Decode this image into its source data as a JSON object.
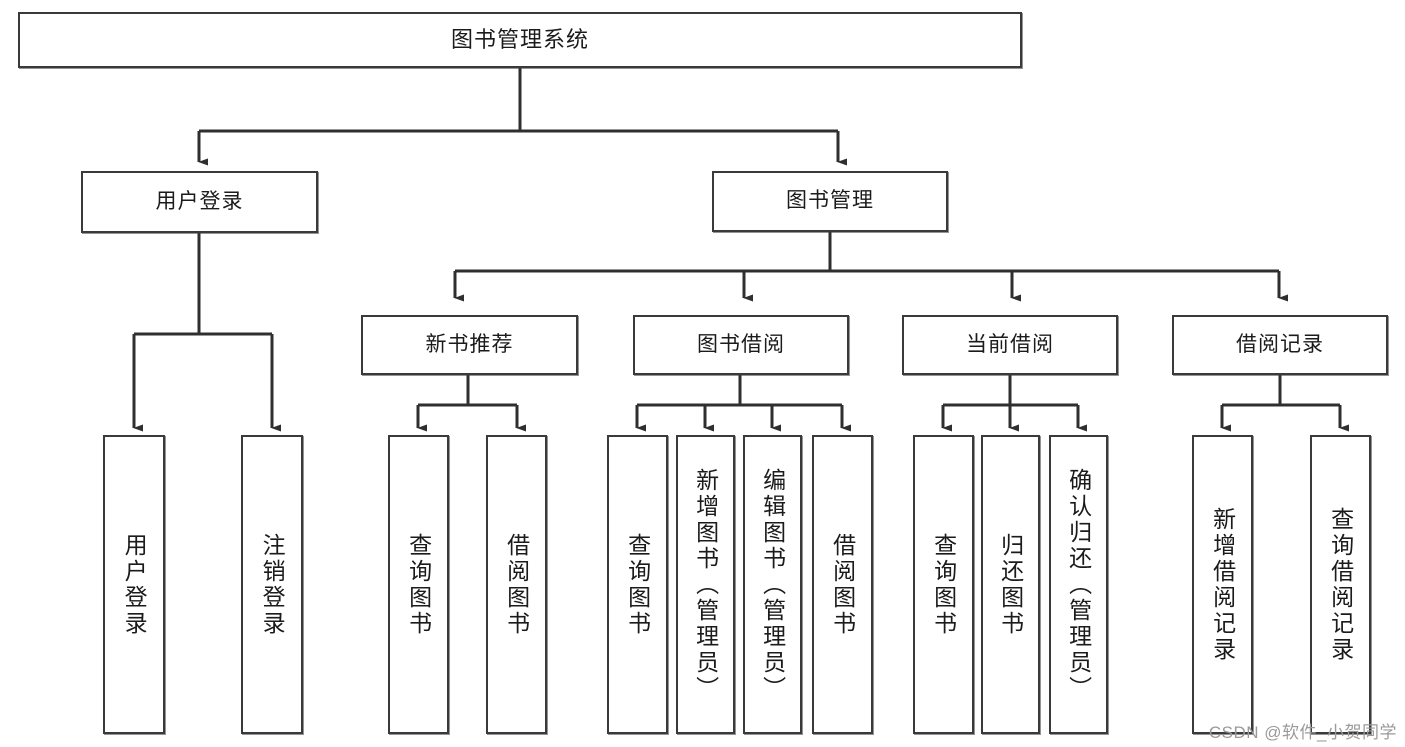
{
  "diagram": {
    "title": "图书管理系统",
    "watermark": "CSDN @软件_小贺同学",
    "colors": {
      "node_border": "#3a3a3a",
      "node_fill": "#ffffff",
      "edge": "#2f2f2f",
      "text": "#1b1b1b",
      "watermark": "#9a9a9a",
      "background": "#ffffff"
    },
    "nodes": {
      "root": {
        "label": "图书管理系统"
      },
      "level1": [
        {
          "id": "user-login",
          "label": "用户登录"
        },
        {
          "id": "book-manage",
          "label": "图书管理"
        }
      ],
      "level2": [
        {
          "id": "new-book-recommend",
          "label": "新书推荐"
        },
        {
          "id": "book-borrow",
          "label": "图书借阅"
        },
        {
          "id": "current-borrow",
          "label": "当前借阅"
        },
        {
          "id": "borrow-record",
          "label": "借阅记录"
        }
      ],
      "leaves": {
        "user_login": [
          {
            "id": "leaf-user-login",
            "label": "用户登录"
          },
          {
            "id": "leaf-user-logout",
            "label": "注销登录"
          }
        ],
        "new_book_recommend": [
          {
            "id": "leaf-query-book-1",
            "label": "查询图书"
          },
          {
            "id": "leaf-borrow-book-1",
            "label": "借阅图书"
          }
        ],
        "book_borrow": [
          {
            "id": "leaf-query-book-2",
            "label": "查询图书"
          },
          {
            "id": "leaf-add-book",
            "label": "新增图书（管理员）"
          },
          {
            "id": "leaf-edit-book",
            "label": "编辑图书（管理员）"
          },
          {
            "id": "leaf-borrow-book-2",
            "label": "借阅图书"
          }
        ],
        "current_borrow": [
          {
            "id": "leaf-query-book-3",
            "label": "查询图书"
          },
          {
            "id": "leaf-return-book",
            "label": "归还图书"
          },
          {
            "id": "leaf-confirm-return",
            "label": "确认归还（管理员）"
          }
        ],
        "borrow_record": [
          {
            "id": "leaf-add-record",
            "label": "新增借阅记录"
          },
          {
            "id": "leaf-query-record",
            "label": "查询借阅记录"
          }
        ]
      }
    }
  }
}
